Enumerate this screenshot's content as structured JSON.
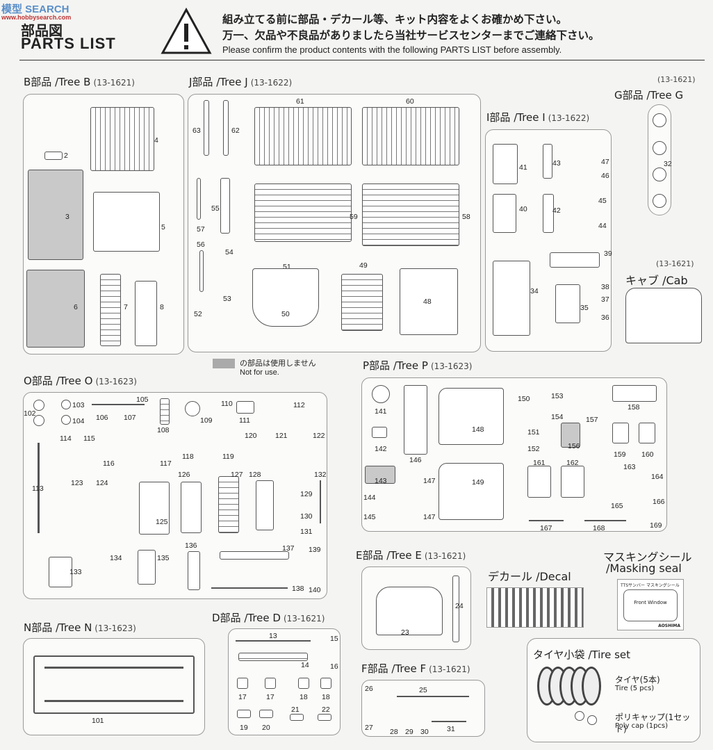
{
  "watermark": {
    "brand": "模型 SEARCH",
    "sub": "www.hobbysearch.com"
  },
  "header": {
    "title_jp": "部品図",
    "title_en": "PARTS LIST",
    "notice_line1": "組み立てる前に部品・デカール等、キット内容をよくお確かめ下さい。",
    "notice_line2": "万一、欠品や不良品がありましたら当社サービスセンターまでご連絡下さい。",
    "notice_line3": "Please confirm the product contents with the following PARTS LIST before assembly."
  },
  "legend": {
    "jp": "の部品は使用しません",
    "en": "Not for use."
  },
  "trees": {
    "B": {
      "label": "B部品 /Tree B",
      "code": "(13-1621)",
      "parts": [
        "2",
        "3",
        "4",
        "5",
        "6",
        "7",
        "8"
      ]
    },
    "J": {
      "label": "J部品 /Tree J",
      "code": "(13-1622)",
      "parts": [
        "61",
        "60",
        "63",
        "62",
        "55",
        "57",
        "56",
        "54",
        "53",
        "52",
        "51",
        "50",
        "59",
        "58",
        "49",
        "48"
      ]
    },
    "I": {
      "label": "I部品 /Tree I",
      "code": "(13-1622)",
      "parts": [
        "41",
        "43",
        "47",
        "46",
        "40",
        "42",
        "45",
        "44",
        "39",
        "34",
        "35",
        "38",
        "37",
        "36"
      ]
    },
    "G": {
      "label": "G部品 /Tree G",
      "code": "(13-1621)",
      "parts": [
        "32"
      ]
    },
    "Cab": {
      "label": "キャブ /Cab",
      "code": "(13-1621)"
    },
    "O": {
      "label": "O部品 /Tree O",
      "code": "(13-1623)",
      "parts": [
        "102",
        "103",
        "104",
        "105",
        "106",
        "107",
        "108",
        "109",
        "110",
        "111",
        "112",
        "113",
        "114",
        "115",
        "116",
        "117",
        "118",
        "119",
        "120",
        "121",
        "122",
        "123",
        "124",
        "125",
        "126",
        "127",
        "128",
        "129",
        "130",
        "131",
        "132",
        "133",
        "134",
        "135",
        "136",
        "137",
        "138",
        "139",
        "140"
      ]
    },
    "P": {
      "label": "P部品 /Tree P",
      "code": "(13-1623)",
      "parts": [
        "141",
        "142",
        "143",
        "144",
        "145",
        "146",
        "147",
        "147",
        "148",
        "149",
        "150",
        "151",
        "152",
        "153",
        "154",
        "156",
        "157",
        "158",
        "159",
        "160",
        "161",
        "162",
        "163",
        "164",
        "165",
        "166",
        "167",
        "168",
        "169"
      ]
    },
    "E": {
      "label": "E部品 /Tree E",
      "code": "(13-1621)",
      "parts": [
        "23",
        "24"
      ]
    },
    "N": {
      "label": "N部品 /Tree N",
      "code": "(13-1623)",
      "parts": [
        "101"
      ]
    },
    "D": {
      "label": "D部品 /Tree D",
      "code": "(13-1621)",
      "parts": [
        "13",
        "14",
        "15",
        "16",
        "17",
        "17",
        "18",
        "18",
        "19",
        "20",
        "21",
        "22"
      ]
    },
    "F": {
      "label": "F部品 /Tree F",
      "code": "(13-1621)",
      "parts": [
        "25",
        "26",
        "27",
        "28",
        "29",
        "30",
        "31"
      ]
    }
  },
  "decal": {
    "label": "デカール /Decal"
  },
  "masking": {
    "label1": "マスキングシール",
    "label2": "/Masking seal",
    "sheet_top": "TTSサンバー マスキングシール",
    "window": "Front Window",
    "brand": "AOSHIMA"
  },
  "tireset": {
    "title": "タイヤ小袋 /Tire set",
    "tire_jp": "タイヤ(5本)",
    "tire_en": "Tire (5 pcs)",
    "cap_jp": "ポリキャップ(1セット)",
    "cap_en": "Poly cap (1pcs)"
  }
}
